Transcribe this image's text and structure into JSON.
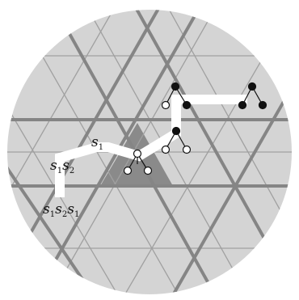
{
  "diagram": {
    "labels": {
      "s1": {
        "main": "s",
        "sub": "1"
      },
      "s1s2": [
        {
          "main": "s",
          "sub": "1"
        },
        {
          "main": "s",
          "sub": "2"
        }
      ],
      "s1s2s1": [
        {
          "main": "s",
          "sub": "1"
        },
        {
          "main": "s",
          "sub": "2"
        },
        {
          "main": "s",
          "sub": "1"
        }
      ]
    },
    "colors": {
      "disk": "#d4d4d4",
      "thin_lines": "#9a9a9a",
      "thick_lines": "#868686",
      "fundamental_chamber": "#8a8a8a",
      "path": "#ffffff",
      "node_filled": "#111111",
      "node_empty": "#ffffff"
    }
  }
}
